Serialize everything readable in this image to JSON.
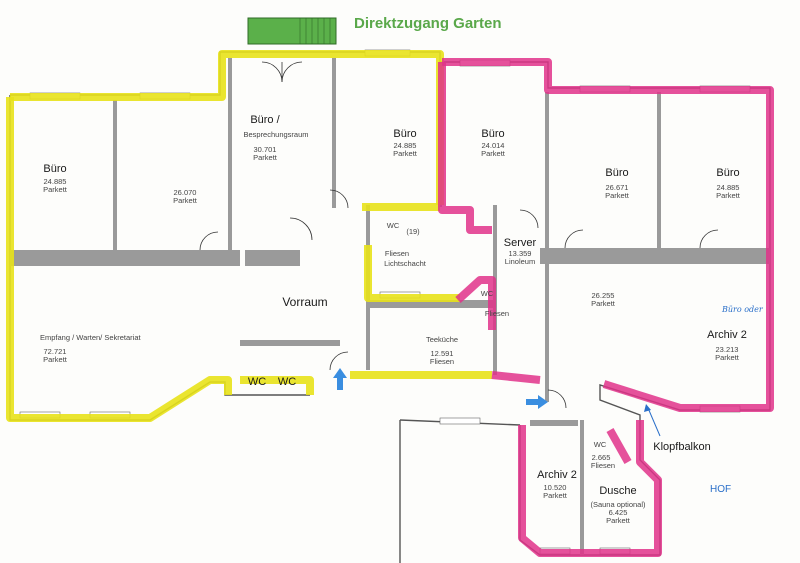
{
  "header": {
    "garden_access": "Direktzugang Garten"
  },
  "rooms": [
    {
      "id": "buero-1",
      "name": "Büro",
      "area": "24.885",
      "floor": "Parkett"
    },
    {
      "id": "buero-2",
      "name": "",
      "area": "26.070",
      "floor": "Parkett"
    },
    {
      "id": "buero-besprechung",
      "name": "Büro /",
      "name2": "Besprechungsraum",
      "area": "30.701",
      "floor": "Parkett"
    },
    {
      "id": "buero-3",
      "name": "Büro",
      "area": "24.885",
      "floor": "Parkett"
    },
    {
      "id": "buero-4",
      "name": "Büro",
      "area": "24.014",
      "floor": "Parkett"
    },
    {
      "id": "buero-5",
      "name": "Büro",
      "area": "26.671",
      "floor": "Parkett"
    },
    {
      "id": "buero-6",
      "name": "Büro",
      "area": "24.885",
      "floor": "Parkett"
    },
    {
      "id": "wc-top",
      "name": "WC",
      "area": "(19)",
      "floor": "Fliesen"
    },
    {
      "id": "lichtschacht",
      "name": "Lichtschacht"
    },
    {
      "id": "server",
      "name": "Server",
      "area": "13.359",
      "floor": "Linoleum"
    },
    {
      "id": "vorraum",
      "name": "Vorraum"
    },
    {
      "id": "wc-small",
      "name": "WC",
      "area": "",
      "floor": "Fliesen"
    },
    {
      "id": "empfang",
      "name": "Empfang / Warten/ Sekretariat",
      "area": "72.721",
      "floor": "Parkett"
    },
    {
      "id": "teekueche",
      "name": "Teeküche",
      "area": "12.591",
      "floor": "Fliesen"
    },
    {
      "id": "raum-26255",
      "name": "",
      "area": "26.255",
      "floor": "Parkett"
    },
    {
      "id": "archiv-2-a",
      "name": "Archiv 2",
      "area": "23.213",
      "floor": "Parkett",
      "note": "Büro oder"
    },
    {
      "id": "wc-left",
      "name": "WC"
    },
    {
      "id": "wc-right",
      "name": "WC"
    },
    {
      "id": "wc-bottom",
      "name": "WC",
      "area": "2.665",
      "floor": "Fliesen"
    },
    {
      "id": "archiv-2-b",
      "name": "Archiv 2",
      "area": "10.520",
      "floor": "Parkett"
    },
    {
      "id": "dusche",
      "name": "Dusche",
      "name2": "(Sauna optional)",
      "area": "6.425",
      "floor": "Parkett"
    }
  ],
  "labels": {
    "klopfbalkon": "Klopfbalkon",
    "hof": "HOF"
  },
  "colors": {
    "highlight_yellow": "#e8e21a",
    "highlight_magenta": "#e0338a",
    "garden_green": "#5aa84a",
    "arrow_blue": "#3a8ee0"
  }
}
